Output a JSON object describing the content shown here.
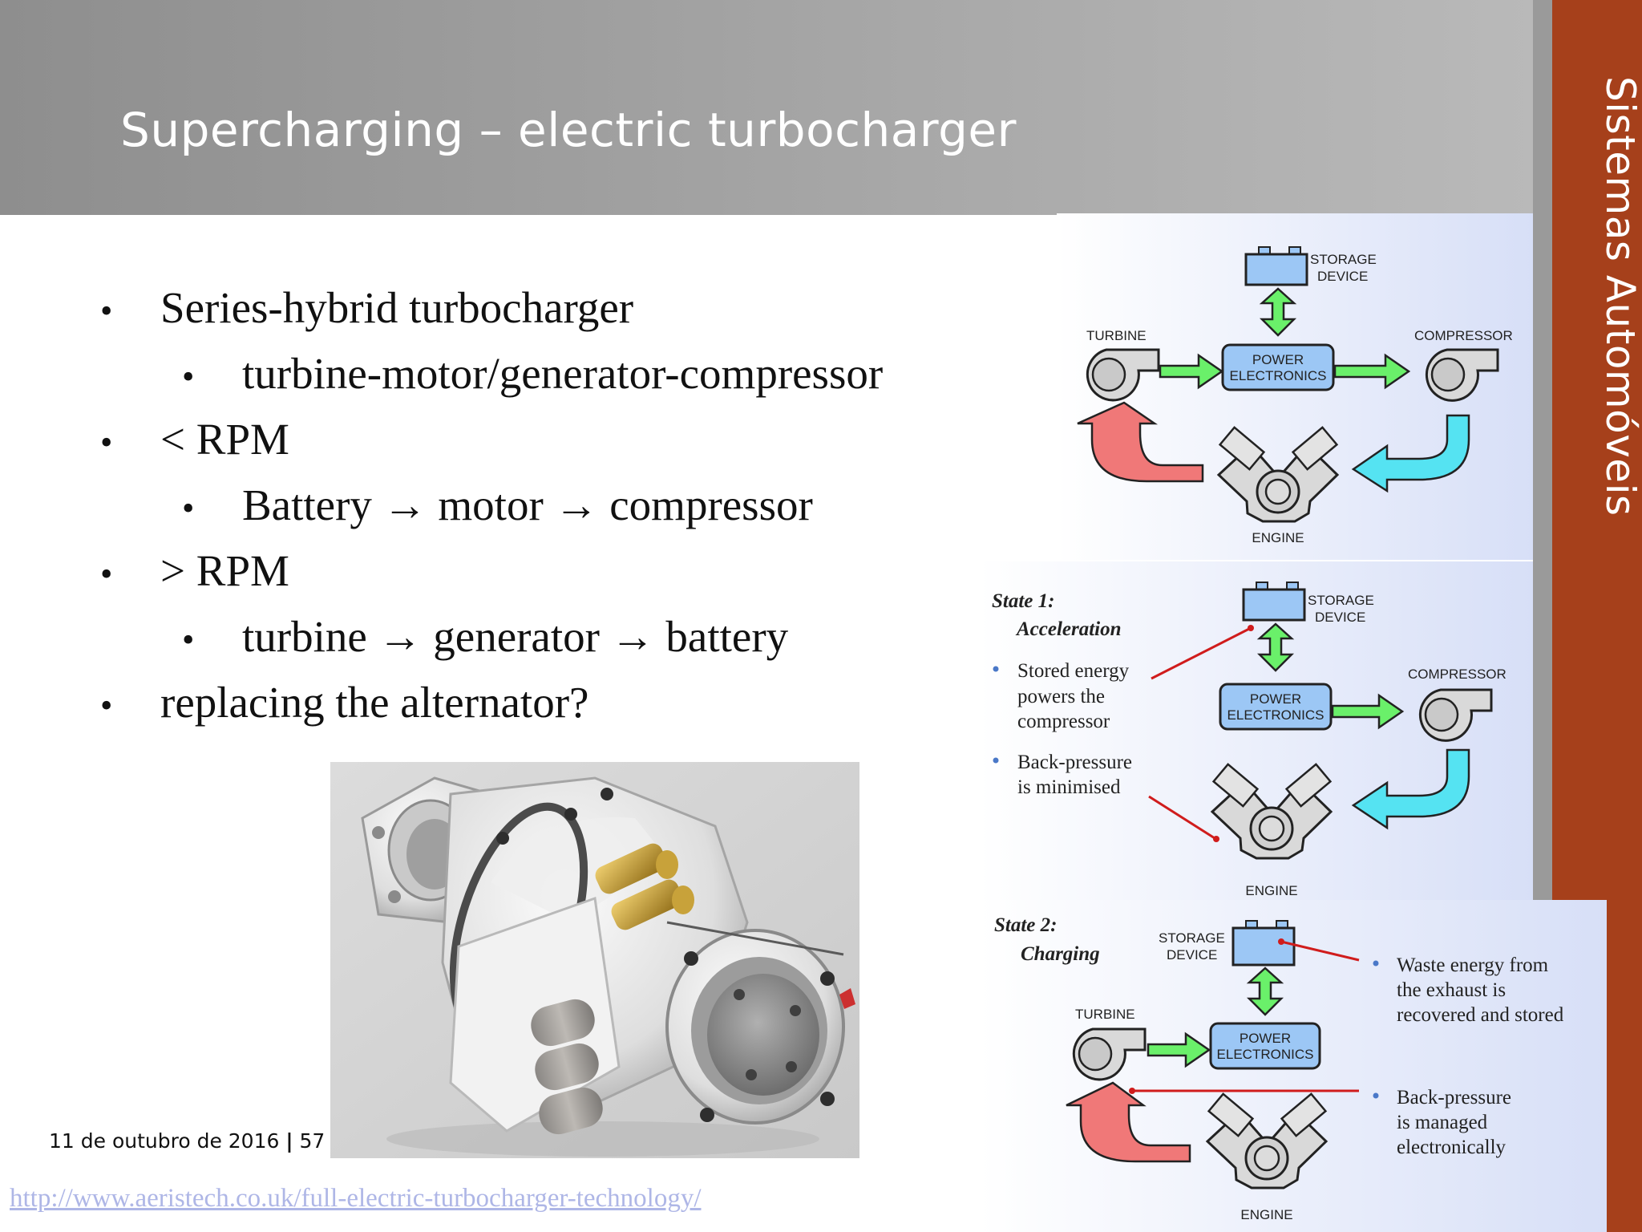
{
  "slide": {
    "title": "Supercharging – electric turbocharger",
    "sidebar_label": "Sistemas Automóveis",
    "date": "11 de outubro de 2016",
    "page_sep": "|",
    "page_number": "57",
    "source_url": "http://www.aeristech.co.uk/full-electric-turbocharger-technology/"
  },
  "bullets": [
    {
      "level": 1,
      "text": "Series-hybrid turbocharger"
    },
    {
      "level": 2,
      "text": "turbine-motor/generator-compressor"
    },
    {
      "level": 1,
      "text": "< RPM"
    },
    {
      "level": 2,
      "text": "Battery → motor → compressor"
    },
    {
      "level": 1,
      "text": "> RPM"
    },
    {
      "level": 2,
      "text": "turbine →  generator → battery"
    },
    {
      "level": 1,
      "text": "replacing the alternator?"
    }
  ],
  "bullet_glyph": "•",
  "diagram": {
    "top": {
      "storage": [
        "STORAGE",
        "DEVICE"
      ],
      "turbine": "TURBINE",
      "compressor": "COMPRESSOR",
      "power": [
        "POWER",
        "ELECTRONICS"
      ],
      "engine": "ENGINE"
    },
    "state1": {
      "title": "State 1:",
      "subtitle": "Acceleration",
      "storage": [
        "STORAGE",
        "DEVICE"
      ],
      "compressor": "COMPRESSOR",
      "power": [
        "POWER",
        "ELECTRONICS"
      ],
      "engine": "ENGINE",
      "notes": [
        [
          "Stored energy",
          "powers the",
          "compressor"
        ],
        [
          "Back-pressure",
          "is minimised"
        ]
      ]
    },
    "state2": {
      "title": "State 2:",
      "subtitle": "Charging",
      "storage": [
        "STORAGE",
        "DEVICE"
      ],
      "turbine": "TURBINE",
      "power": [
        "POWER",
        "ELECTRONICS"
      ],
      "engine": "ENGINE",
      "notes": [
        [
          "Waste energy from",
          "the exhaust is",
          "recovered and stored"
        ],
        [
          "Back-pressure",
          "is managed",
          "electronically"
        ]
      ]
    }
  },
  "colors": {
    "header": "#a6a6a6",
    "sidebar": "#a6401b",
    "box_fill": "#9cc7f5",
    "green_arrow": "#6af06a",
    "red_arrow": "#f07878",
    "cyan_arrow": "#55e3f2",
    "note_line": "#d01c1c",
    "note_bullet": "#4a78c8"
  }
}
